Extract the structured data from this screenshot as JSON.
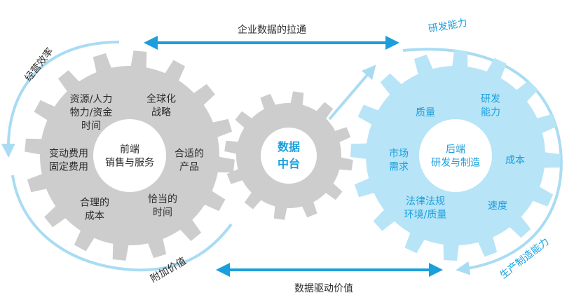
{
  "top_arrow_label": "企业数据的拉通",
  "bottom_arrow_label": "数据驱动价值",
  "flow_labels": {
    "left_top": "经营效率",
    "left_bottom": "附加价值",
    "right_top": "研发能力",
    "right_bottom": "生产制造能力"
  },
  "left_gear": {
    "center": [
      "前端",
      "销售与服务"
    ],
    "items": [
      [
        "资源/人力",
        "物力/资金",
        "时间"
      ],
      [
        "全球化",
        "战略"
      ],
      [
        "变动费用",
        "固定费用"
      ],
      [
        "合适的",
        "产品"
      ],
      [
        "合理的",
        "成本"
      ],
      [
        "恰当的",
        "时间"
      ]
    ]
  },
  "middle_gear": {
    "center": [
      "数据",
      "中台"
    ]
  },
  "right_gear": {
    "center": [
      "后端",
      "研发与制造"
    ],
    "items": [
      [
        "质量"
      ],
      [
        "研发",
        "能力"
      ],
      [
        "市场",
        "需求"
      ],
      [
        "成本"
      ],
      [
        "法律法规",
        "环境/质量"
      ],
      [
        "速度"
      ]
    ]
  },
  "colors": {
    "gray_gear": "#cdcdcd",
    "blue_gear": "#b7e4f7",
    "arrow_blue": "#1a9fdc",
    "flow_light_blue": "#a9dcf3",
    "text_blue": "#1aa0de"
  }
}
